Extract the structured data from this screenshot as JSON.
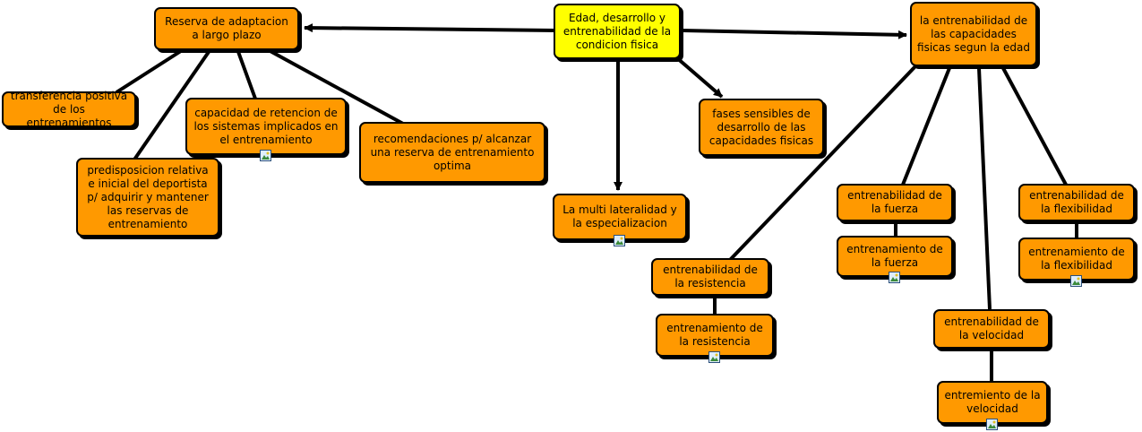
{
  "theme": {
    "node_fill": "#ff9900",
    "root_fill": "#ffff00",
    "line_color": "#000000"
  },
  "nodes": {
    "root": "Edad, desarrollo y entrenabilidad de la condicion fisica",
    "reserva": "Reserva de adaptacion a largo plazo",
    "entrenabilidad_capacidades": "la entrenabilidad de las capacidades fisicas segun la edad",
    "transferencia": "transferencia positiva de los entrenamientos",
    "capacidad_retencion": "capacidad de retencion de los sistemas implicados en el entrenamiento",
    "recomendaciones": "recomendaciones p/ alcanzar una reserva de entrenamiento optima",
    "predisposicion": "predisposicion relativa e inicial del deportista p/ adquirir y mantener las reservas de entrenamiento",
    "fases_sensibles": "fases sensibles de desarrollo de las capacidades fisicas",
    "multilateralidad": "La multi lateralidad y la especializacion",
    "ent_resistencia": "entrenabilidad de la resistencia",
    "entrenamiento_resistencia": "entrenamiento de la resistencia",
    "ent_fuerza": "entrenabilidad de la fuerza",
    "entrenamiento_fuerza": "entrenamiento de la fuerza",
    "ent_flexibilidad": "entrenabilidad de la flexibilidad",
    "entrenamiento_flexibilidad": "entrenamiento de la flexibilidad",
    "ent_velocidad": "entrenabilidad de la velocidad",
    "entrenamiento_velocidad": "entremiento de la velocidad"
  },
  "image_icon": "image-resource-icon"
}
